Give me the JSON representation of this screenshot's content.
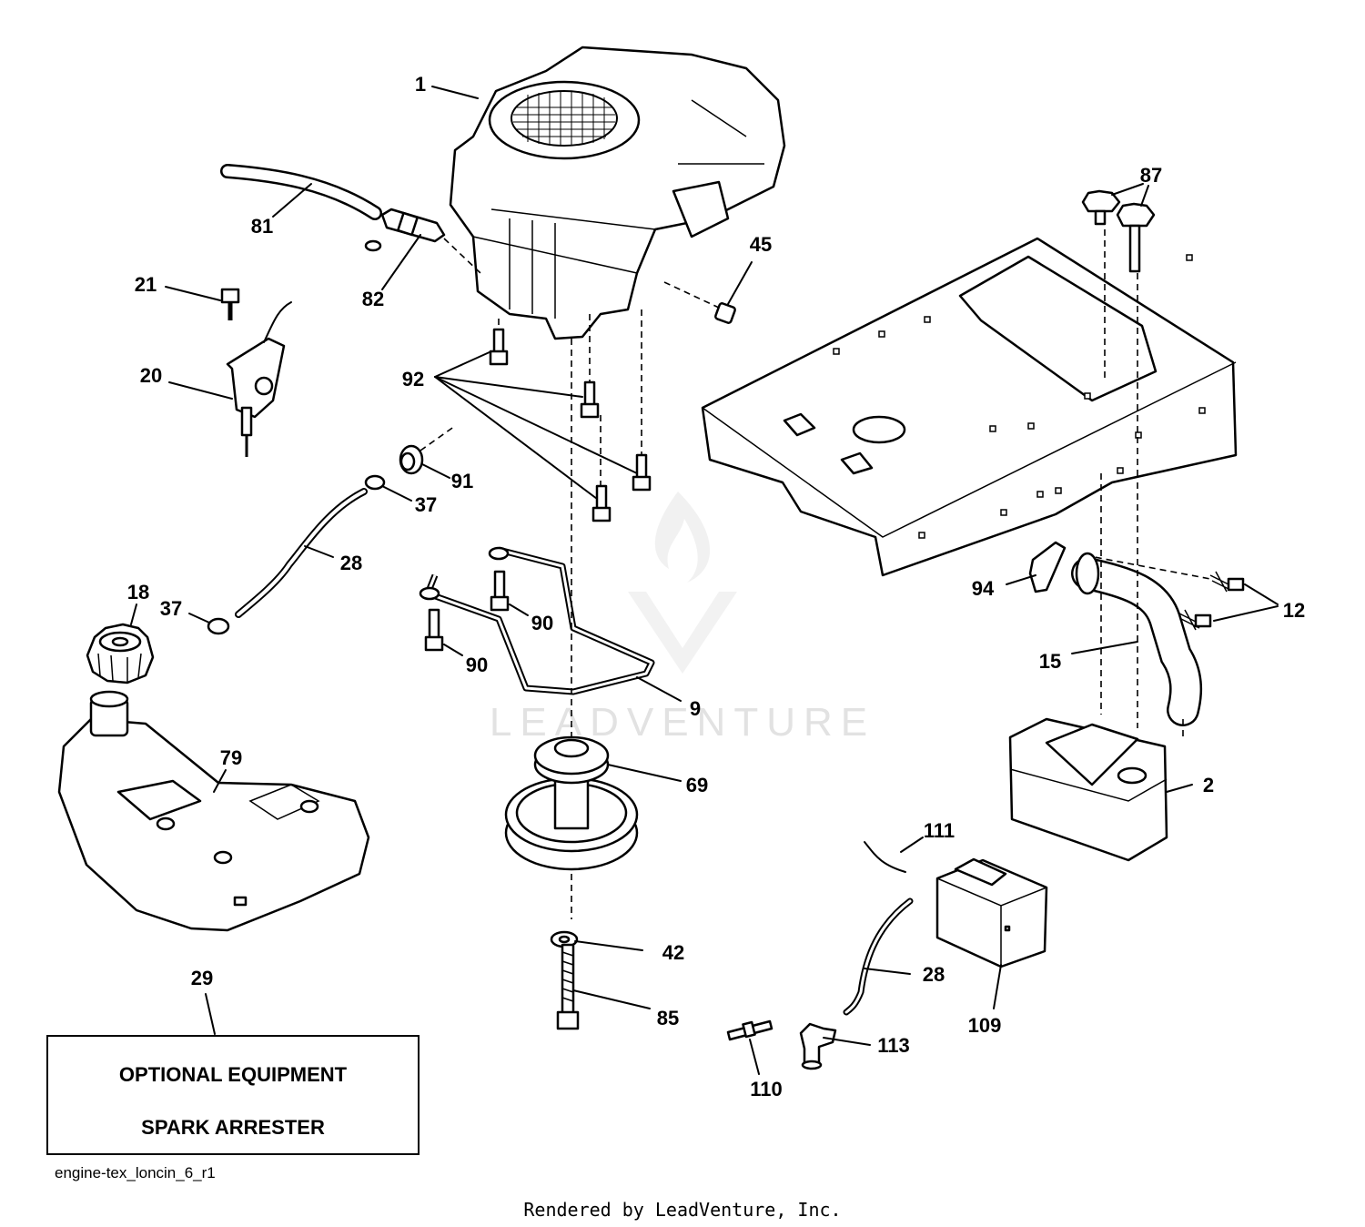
{
  "diagram": {
    "callouts": [
      "1",
      "81",
      "82",
      "21",
      "20",
      "45",
      "87",
      "92",
      "91",
      "37",
      "28",
      "37",
      "18",
      "90",
      "90",
      "9",
      "69",
      "79",
      "94",
      "12",
      "15",
      "2",
      "111",
      "28",
      "109",
      "42",
      "85",
      "113",
      "110",
      "29"
    ],
    "box": {
      "line1": "OPTIONAL EQUIPMENT",
      "line2": "SPARK ARRESTER"
    },
    "code": "engine-tex_loncin_6_r1",
    "rendered_by": "Rendered by LeadVenture, Inc.",
    "watermark": "LEADVENTURE"
  }
}
